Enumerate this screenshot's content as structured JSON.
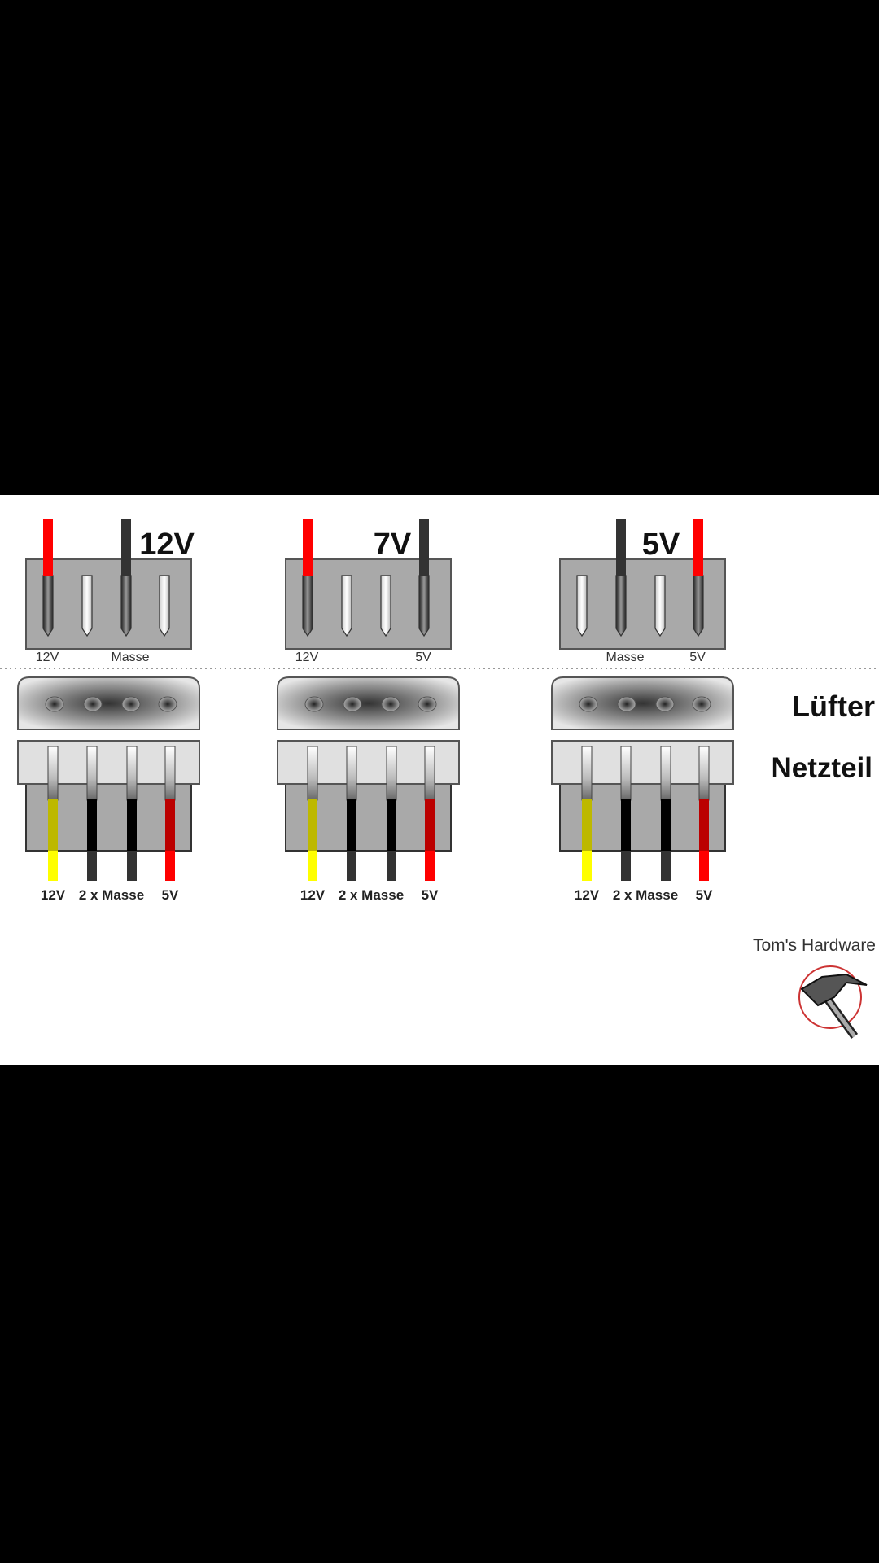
{
  "colors": {
    "red": "#ff0000",
    "black": "#333333",
    "yellow": "#ffff00",
    "dark_yellow": "#bdb800",
    "dark_red": "#bb0000",
    "housing": "#a9a9a9"
  },
  "section_labels": {
    "fan": "Lüfter",
    "psu": "Netzteil"
  },
  "brand": "Tom's Hardware",
  "panels": [
    {
      "title": "12V",
      "fan_wires": [
        {
          "pin": 0,
          "color": "red"
        },
        {
          "pin": 2,
          "color": "black"
        }
      ],
      "fan_labels": [
        {
          "pin": 0,
          "text": "12V"
        },
        {
          "pin": 2,
          "text": "Masse"
        }
      ]
    },
    {
      "title": "7V",
      "fan_wires": [
        {
          "pin": 0,
          "color": "red"
        },
        {
          "pin": 3,
          "color": "black"
        }
      ],
      "fan_labels": [
        {
          "pin": 0,
          "text": "12V"
        },
        {
          "pin": 3,
          "text": "5V"
        }
      ]
    },
    {
      "title": "5V",
      "fan_wires": [
        {
          "pin": 1,
          "color": "black"
        },
        {
          "pin": 3,
          "color": "red"
        }
      ],
      "fan_labels": [
        {
          "pin": 1,
          "text": "Masse"
        },
        {
          "pin": 3,
          "text": "5V"
        }
      ]
    }
  ],
  "psu_wires": [
    {
      "color": "yellow",
      "dark": "dark_yellow"
    },
    {
      "color": "black",
      "dark": "black_dark"
    },
    {
      "color": "black",
      "dark": "black_dark"
    },
    {
      "color": "red",
      "dark": "dark_red"
    }
  ],
  "psu_labels": [
    "12V",
    "2 x Masse",
    "5V"
  ]
}
